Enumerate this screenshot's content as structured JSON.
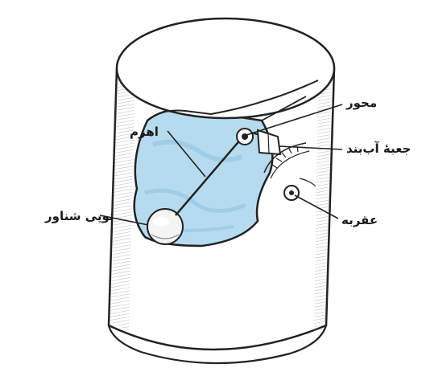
{
  "labels": {
    "axis": "محور",
    "seal_box": "جعبهٔ آب‌بند",
    "lever": "اهرم",
    "needle": "عقربه",
    "float_ball": "توپی شناور"
  },
  "colors": {
    "water": "#b7dbee",
    "water_shade": "#8fc3e3",
    "line": "#222222",
    "tank_shade": "#cfcfcf"
  }
}
